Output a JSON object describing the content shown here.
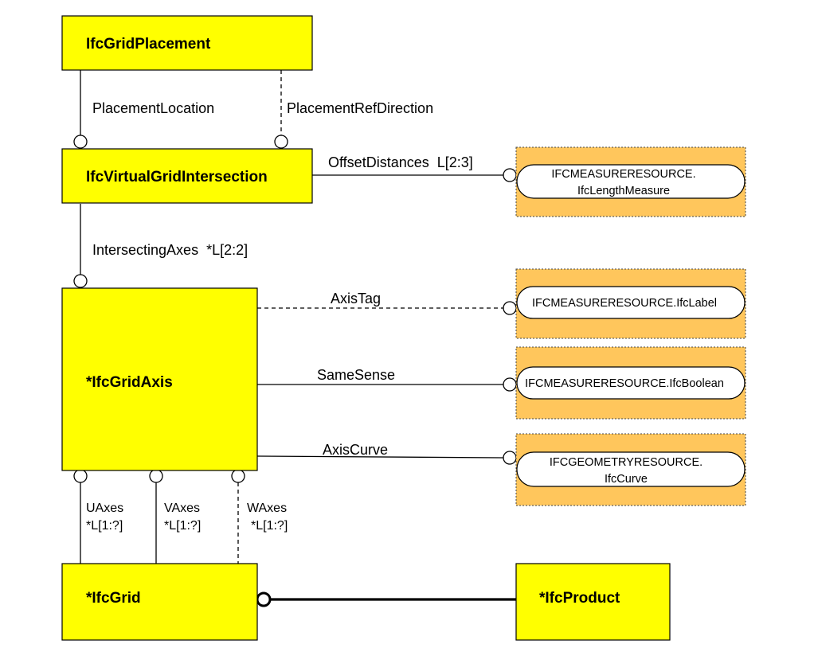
{
  "entities": {
    "grid_placement": "IfcGridPlacement",
    "virtual_grid_intersection": "IfcVirtualGridIntersection",
    "grid_axis": "*IfcGridAxis",
    "grid": "*IfcGrid",
    "product": "*IfcProduct"
  },
  "types": {
    "length_measure": [
      "IFCMEASURERESOURCE.",
      "IfcLengthMeasure"
    ],
    "label": "IFCMEASURERESOURCE.IfcLabel",
    "boolean": "IFCMEASURERESOURCE.IfcBoolean",
    "curve": [
      "IFCGEOMETRYRESOURCE.",
      "IfcCurve"
    ]
  },
  "relations": {
    "placement_location": "PlacementLocation",
    "placement_ref_direction": "PlacementRefDirection",
    "offset_distances": "OffsetDistances  L[2:3]",
    "intersecting_axes": "IntersectingAxes  *L[2:2]",
    "axis_tag": "AxisTag",
    "same_sense": "SameSense",
    "axis_curve": "AxisCurve",
    "u_axes": [
      "UAxes",
      "*L[1:?]"
    ],
    "v_axes": [
      "VAxes",
      "*L[1:?]"
    ],
    "w_axes": [
      "WAxes",
      "*L[1:?]"
    ]
  },
  "colors": {
    "entity_fill": "#ffff00",
    "type_background": "#ffc65c",
    "line": "#000000"
  }
}
